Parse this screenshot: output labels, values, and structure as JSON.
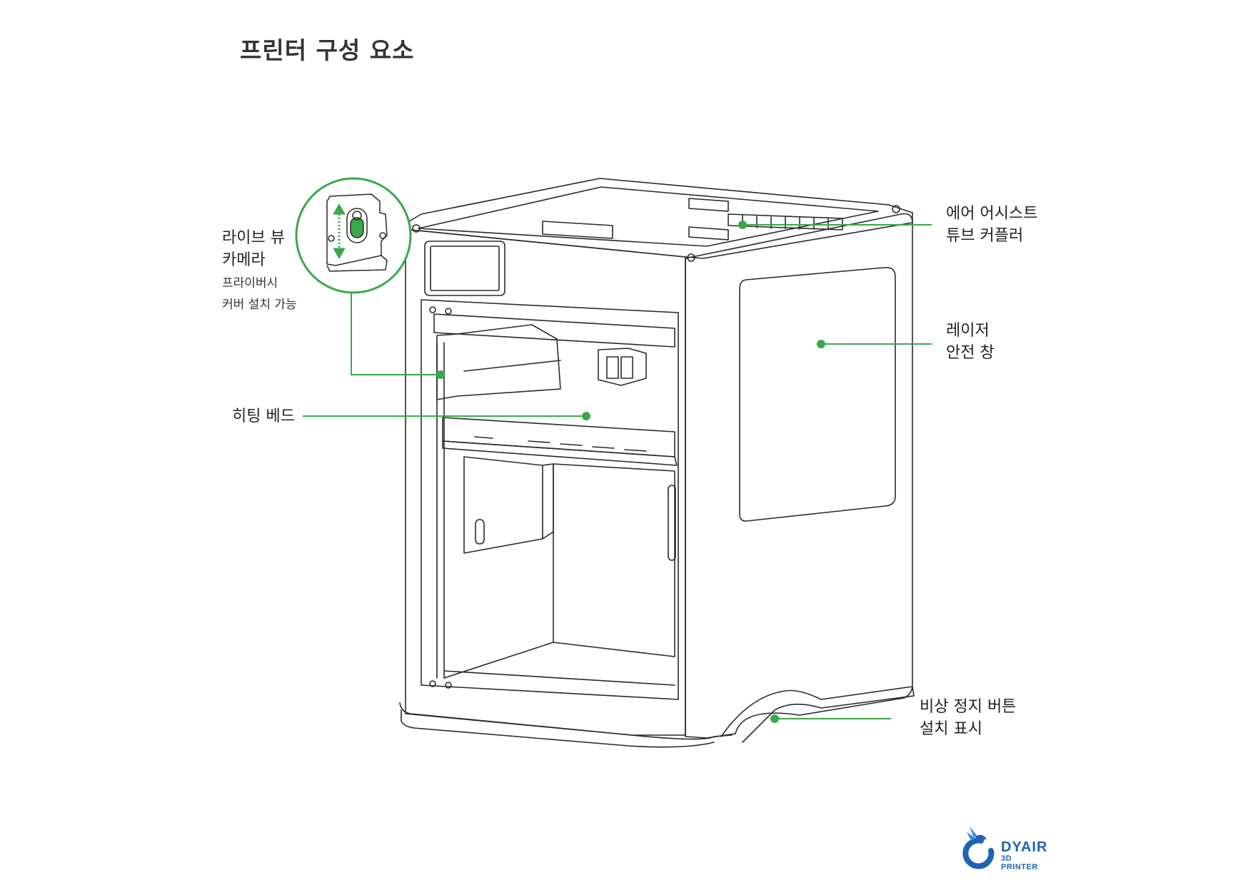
{
  "title": "프린터 구성 요소",
  "callouts": {
    "camera": {
      "lines": [
        "라이브 뷰",
        "카메라"
      ],
      "note_lines": [
        "프라이버시",
        "커버 설치 가능"
      ]
    },
    "heated_bed": {
      "lines": [
        "히팅 베드"
      ]
    },
    "air_assist": {
      "lines": [
        "에어 어시스트",
        "튜브 커플러"
      ]
    },
    "laser_window": {
      "lines": [
        "레이저",
        "안전 창"
      ]
    },
    "estop": {
      "lines": [
        "비상 정지 버튼",
        "설치 표시"
      ]
    }
  },
  "logo": {
    "name": "DYAIR",
    "tagline": "3D PRINTER"
  },
  "colors": {
    "accent": "#3aa84a",
    "outline": "#2a2a2a",
    "logo_blue": "#1f64b0"
  }
}
